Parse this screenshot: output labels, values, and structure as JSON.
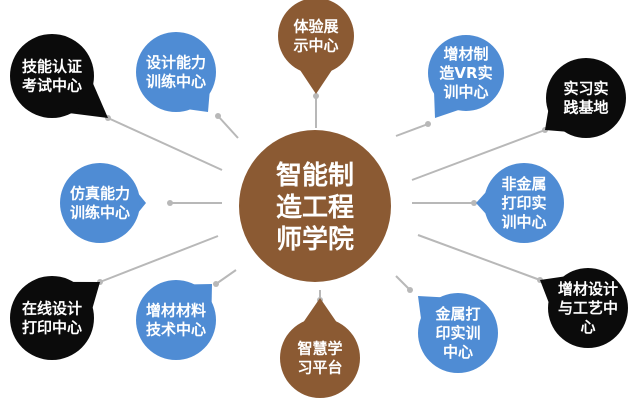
{
  "colors": {
    "brown": "#8b5a33",
    "blue": "#4f8cd4",
    "black": "#0b0b0b",
    "connector": "#b8b8b8",
    "text": "#ffffff"
  },
  "hub": {
    "lines": [
      "智能制",
      "造工程",
      "师学院"
    ]
  },
  "nodes": [
    {
      "id": "n1",
      "color": "brown",
      "lines": [
        "体验展",
        "示中心"
      ]
    },
    {
      "id": "n2",
      "color": "blue",
      "lines": [
        "增材制",
        "造VR实",
        "训中心"
      ]
    },
    {
      "id": "n3",
      "color": "black",
      "lines": [
        "实习实",
        "践基地"
      ]
    },
    {
      "id": "n4",
      "color": "blue",
      "lines": [
        "非金属",
        "打印实",
        "训中心"
      ]
    },
    {
      "id": "n5",
      "color": "black",
      "lines": [
        "增材设计",
        "与工艺中",
        "心"
      ]
    },
    {
      "id": "n6",
      "color": "blue",
      "lines": [
        "金属打",
        "印实训",
        "中心"
      ]
    },
    {
      "id": "n7",
      "color": "brown",
      "lines": [
        "智慧学",
        "习平台"
      ]
    },
    {
      "id": "n8",
      "color": "blue",
      "lines": [
        "增材材料",
        "技术中心"
      ]
    },
    {
      "id": "n9",
      "color": "black",
      "lines": [
        "在线设计",
        "打印中心"
      ]
    },
    {
      "id": "n10",
      "color": "blue",
      "lines": [
        "仿真能力",
        "训练中心"
      ]
    },
    {
      "id": "n11",
      "color": "black",
      "lines": [
        "技能认证",
        "考试中心"
      ]
    },
    {
      "id": "n12",
      "color": "blue",
      "lines": [
        "设计能力",
        "训练中心"
      ]
    }
  ]
}
